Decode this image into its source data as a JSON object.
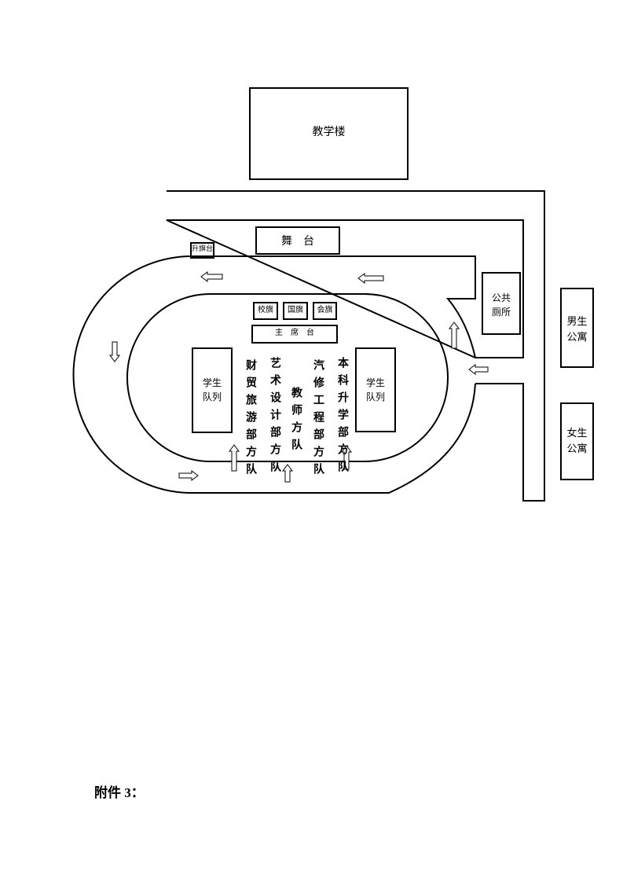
{
  "buildings": {
    "teaching": "教学楼",
    "stage": "舞　台",
    "flag_platform": "升旗台",
    "toilet": [
      "公共",
      "厕所"
    ],
    "male_dorm": [
      "男生",
      "公寓"
    ],
    "female_dorm": [
      "女生",
      "公寓"
    ]
  },
  "field": {
    "flags": [
      "校旗",
      "国旗",
      "会旗"
    ],
    "rostrum": "主　席　台",
    "student_queue_left": [
      "学生",
      "队列"
    ],
    "student_queue_right": [
      "学生",
      "队列"
    ],
    "squads": [
      "财贸旅游部方队",
      "艺术设计部方队",
      "教师方队",
      "汽修工程部方队",
      "本科升学部方队"
    ]
  },
  "footer": "附件 3："
}
